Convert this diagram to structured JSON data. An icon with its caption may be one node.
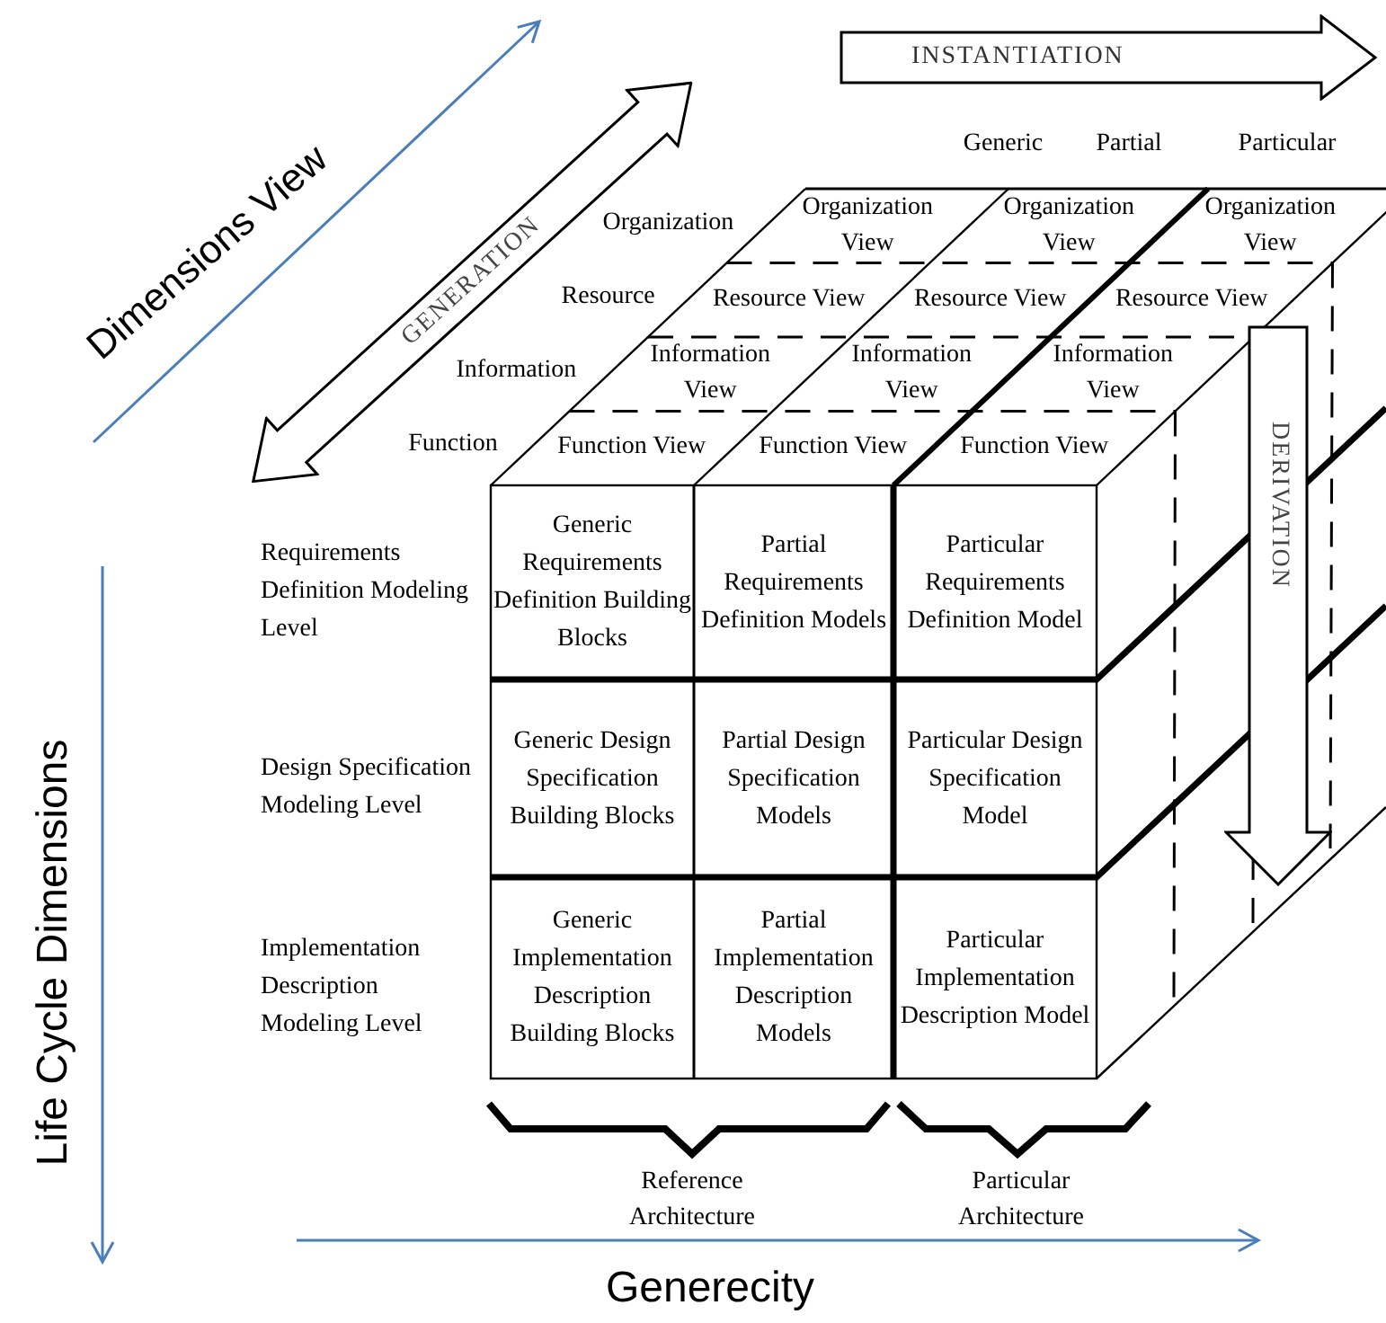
{
  "diagram": {
    "nodes": [
      {
        "text": [
          "INSTANTIATION"
        ]
      },
      {
        "text": [
          "GENERATION"
        ]
      },
      {
        "text": [
          "DERIVATION"
        ]
      },
      {
        "text": [
          "Generic Requirements Definition Building Blocks"
        ]
      },
      {
        "text": [
          "Partial Requirements Definition Models"
        ]
      },
      {
        "text": [
          "Particular Requirements Definition Model"
        ]
      },
      {
        "text": [
          "Generic Design Specification Building Blocks"
        ]
      },
      {
        "text": [
          "Partial Design Specification Models"
        ]
      },
      {
        "text": [
          "Particular Design Specification Model"
        ]
      },
      {
        "text": [
          "Generic Implementation Description Building Blocks"
        ]
      },
      {
        "text": [
          "Partial Implementation Description Models"
        ]
      },
      {
        "text": [
          "Particular Implementation Description Model"
        ]
      }
    ],
    "labels": [
      "Dimensions View",
      "Generic",
      "Partial",
      "Particular",
      "Organization",
      "Organization View",
      "Organization View",
      "Organization View",
      "Resource",
      "Resource View",
      "Resource View",
      "Resource View",
      "Information",
      "Information View",
      "Information View",
      "Information View",
      "Function",
      "Function View",
      "Function View",
      "Function View",
      "Requirements Definition Modeling Level",
      "Design Specification Modeling Level",
      "Implementation Description Modeling Level",
      "Life Cycle Dimensions",
      "Reference Architecture",
      "Particular Architecture",
      "Generecity"
    ]
  }
}
